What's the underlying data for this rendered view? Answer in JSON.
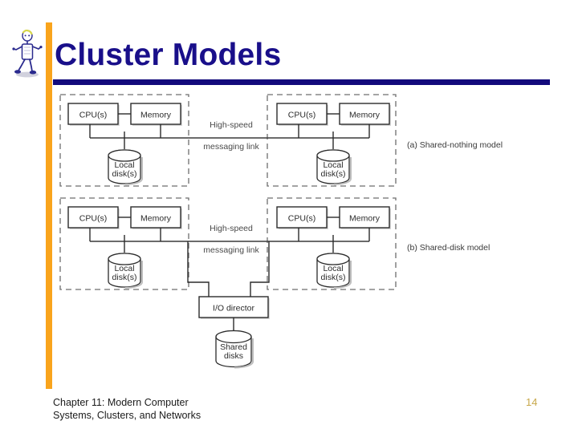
{
  "slide": {
    "title": "Cluster Models",
    "page_number": "14",
    "footer_lines": [
      "Chapter 11: Modern Computer",
      "Systems, Clusters, and Networks"
    ],
    "accent_color": "#f9a41c",
    "title_color": "#190f8a",
    "rule_color": "#130a7c",
    "page_number_color": "#c8a84b"
  },
  "clipart": {
    "name": "walking-stick-figure",
    "colors": {
      "body": "#2a2a8e",
      "accent": "#d8d84a",
      "shadow": "#b9b9c8"
    }
  },
  "diagram": {
    "title": "Cluster Models",
    "nodes": {
      "cpu": "CPU(s)",
      "memory": "Memory",
      "local_disk_line1": "Local",
      "local_disk_line2": "disk(s)",
      "io_director": "I/O director",
      "shared_disks_line1": "Shared",
      "shared_disks_line2": "disks"
    },
    "link_label_line1": "High-speed",
    "link_label_line2": "messaging link",
    "model_a_label": "(a) Shared-nothing model",
    "model_b_label": "(b) Shared-disk model",
    "rows": [
      {
        "id": "shared-nothing",
        "caption": "(a) Shared-nothing model",
        "nodes_left": [
          "CPU(s)",
          "Memory",
          "Local disk(s)"
        ],
        "nodes_right": [
          "CPU(s)",
          "Memory",
          "Local disk(s)"
        ]
      },
      {
        "id": "shared-disk",
        "caption": "(b) Shared-disk model",
        "nodes_left": [
          "CPU(s)",
          "Memory",
          "Local disk(s)"
        ],
        "nodes_right": [
          "CPU(s)",
          "Memory",
          "Local disk(s)"
        ],
        "shared_storage": [
          "I/O director",
          "Shared disks"
        ]
      }
    ]
  }
}
